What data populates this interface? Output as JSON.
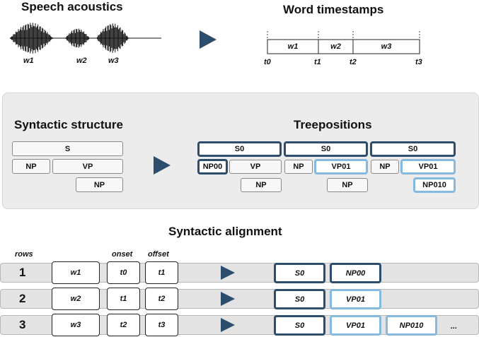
{
  "acoustics": {
    "title": "Speech acoustics",
    "words": [
      "w1",
      "w2",
      "w3"
    ]
  },
  "timestamps": {
    "title": "Word timestamps",
    "segments": [
      "w1",
      "w2",
      "w3"
    ],
    "ticks": [
      "t0",
      "t1",
      "t2",
      "t3"
    ]
  },
  "syntactic": {
    "title": "Syntactic structure",
    "s": "S",
    "np": "NP",
    "vp": "VP",
    "np2": "NP"
  },
  "treepositions": {
    "title": "Treepositions",
    "trees": [
      {
        "s": "S0",
        "np": "NP00",
        "vp": "VP",
        "np2": "NP"
      },
      {
        "s": "S0",
        "np": "NP",
        "vp": "VP01",
        "np2": "NP"
      },
      {
        "s": "S0",
        "np": "NP",
        "vp": "VP01",
        "np2": "NP010"
      }
    ]
  },
  "alignment": {
    "title": "Syntactic alignment",
    "headers": {
      "rows": "rows",
      "onset": "onset",
      "offset": "offset"
    },
    "rows": [
      {
        "num": "1",
        "word": "w1",
        "onset": "t0",
        "offset": "t1",
        "tags": [
          "S0",
          "NP00"
        ]
      },
      {
        "num": "2",
        "word": "w2",
        "onset": "t1",
        "offset": "t2",
        "tags": [
          "S0",
          "VP01"
        ]
      },
      {
        "num": "3",
        "word": "w3",
        "onset": "t2",
        "offset": "t3",
        "tags": [
          "S0",
          "VP01",
          "NP010"
        ],
        "ellipsis": "..."
      }
    ]
  },
  "colors": {
    "dark": "#2c4d6c",
    "light": "#86b9de",
    "panel": "#ececec"
  }
}
